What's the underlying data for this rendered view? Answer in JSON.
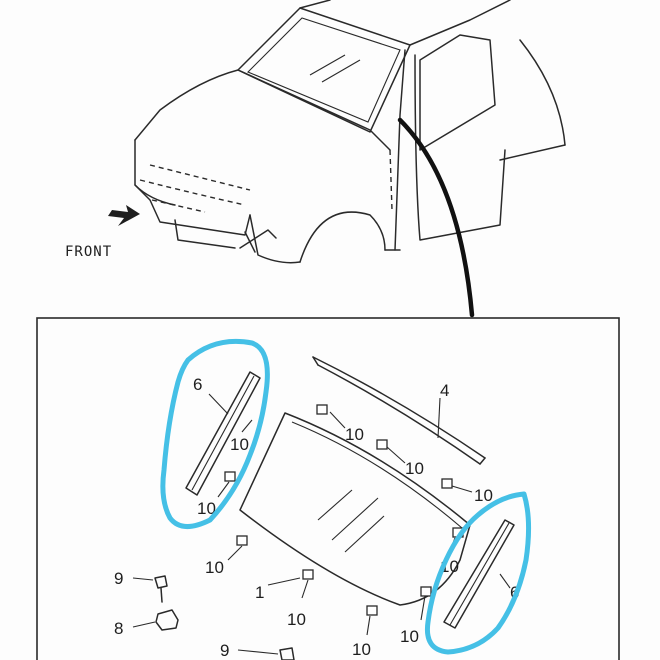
{
  "orientation_label": "FRONT",
  "callouts": {
    "windshield_glass": "1",
    "upper_molding": "4",
    "side_molding_left": "6",
    "side_molding_right": "6",
    "clip_a": "8",
    "screw_a": "9",
    "screw_b": "9",
    "fastener": "10"
  },
  "highlight_color": "#45c0e6"
}
